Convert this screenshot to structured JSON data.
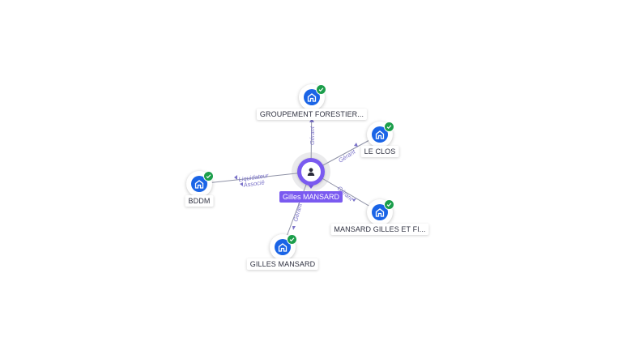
{
  "center": {
    "label": "Gilles MANSARD",
    "icon": "person-icon",
    "color": "#7a5af0"
  },
  "nodes": [
    {
      "id": "groupement",
      "label": "GROUPEMENT FORESTIER...",
      "icon": "building-icon",
      "verified": true
    },
    {
      "id": "leclos",
      "label": "LE CLOS",
      "icon": "building-icon",
      "verified": true
    },
    {
      "id": "bddm",
      "label": "BDDM",
      "icon": "building-icon",
      "verified": true
    },
    {
      "id": "mansard-fi",
      "label": "MANSARD GILLES ET FI...",
      "icon": "building-icon",
      "verified": true
    },
    {
      "id": "gilles-mansard",
      "label": "GILLES MANSARD",
      "icon": "building-icon",
      "verified": true
    }
  ],
  "edges": [
    {
      "to": "groupement",
      "labels": [
        "Gérant"
      ]
    },
    {
      "to": "leclos",
      "labels": [
        "Gérant"
      ]
    },
    {
      "to": "bddm",
      "labels": [
        "Liquidateur",
        "Associé"
      ]
    },
    {
      "to": "mansard-fi",
      "labels": [
        "Gérant"
      ]
    },
    {
      "to": "gilles-mansard",
      "labels": [
        "Gérant"
      ]
    }
  ],
  "colors": {
    "company": "#1a64e6",
    "verified": "#1b9e4b",
    "edge_label": "#7b73c9"
  }
}
